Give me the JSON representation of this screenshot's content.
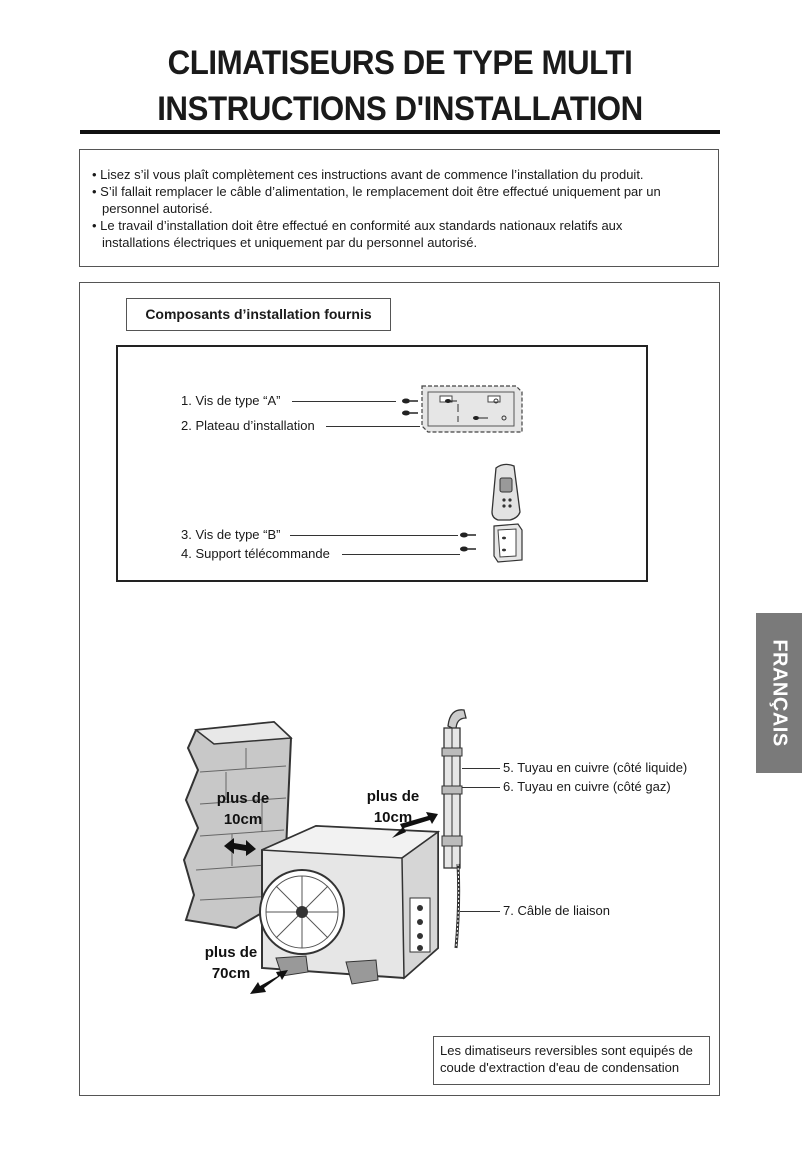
{
  "header": {
    "title_line1": "CLIMATISEURS DE TYPE MULTI",
    "title_line2": "INSTRUCTIONS D'INSTALLATION"
  },
  "notice": {
    "line1": "• Lisez s’il vous plaît complètement ces instructions avant de commence l’installation du produit.",
    "line2": "• S’il fallait remplacer le câble d’alimentation, le remplacement doit être effectué uniquement par un",
    "line2_cont": "personnel autorisé.",
    "line3": "• Le travail d’installation doit être effectué en conformité aux standards nationaux relatifs aux",
    "line3_cont": "installations électriques et uniquement par du personnel autorisé."
  },
  "components": {
    "heading": "Composants d’installation fournis",
    "items": [
      "1. Vis de type “A”",
      "2. Plateau d’installation",
      "3. Vis de type “B”",
      "4. Support télécommande"
    ]
  },
  "diagram": {
    "clearance_wall": [
      "plus de",
      "10cm"
    ],
    "clearance_side": [
      "plus de",
      "10cm"
    ],
    "clearance_front": [
      "plus de",
      "70cm"
    ],
    "parts": [
      "5. Tuyau en cuivre (côté liquide)",
      "6. Tuyau en cuivre (côté gaz)",
      "7. Câble de liaison"
    ]
  },
  "note": {
    "line1": "Les dimatiseurs reversibles sont equipés de",
    "line2": "coude d'extraction d'eau de condensation"
  },
  "side_tab": {
    "label": "FRANÇAIS"
  },
  "colors": {
    "side_tab": "#7a7a7a",
    "text": "#1a1a1a"
  }
}
